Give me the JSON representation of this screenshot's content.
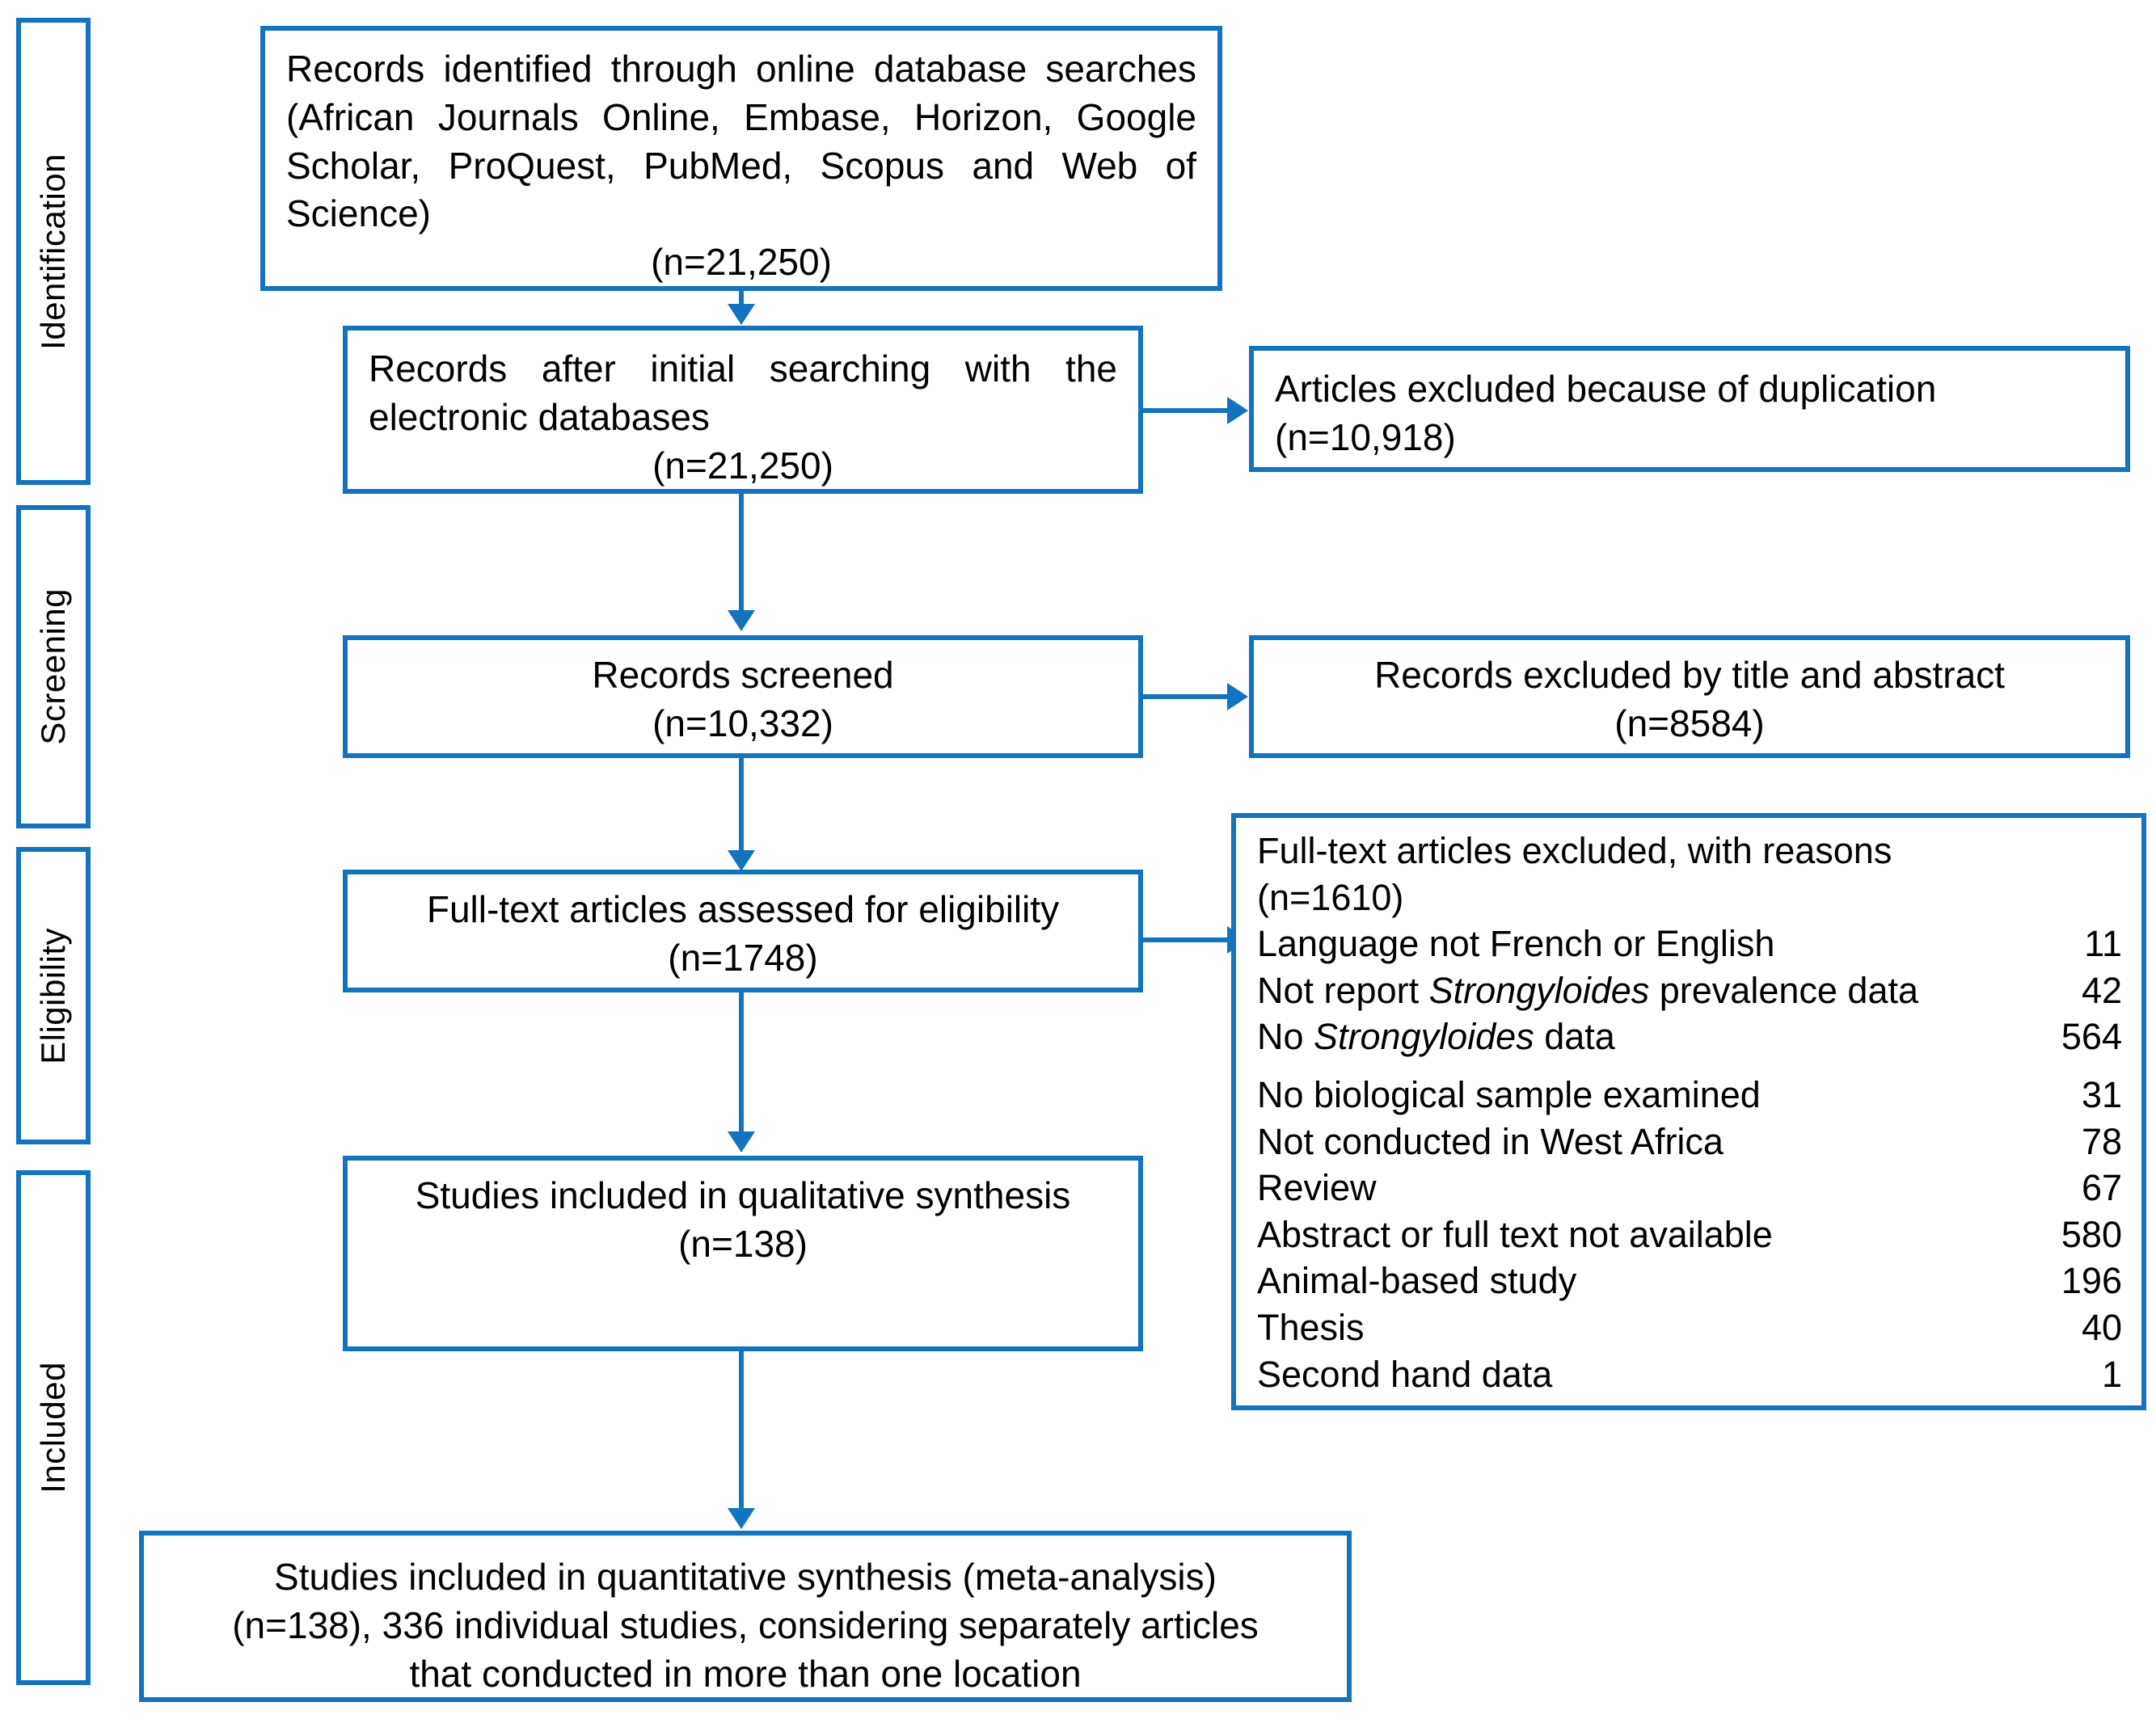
{
  "diagram": {
    "title": "PRISMA study selection flow diagram",
    "accent_color": "#1273BE",
    "text_color": "#000000",
    "background_color": "#FFFFFF"
  },
  "stages": [
    {
      "label": "Identification"
    },
    {
      "label": "Screening"
    },
    {
      "label": "Eligibility"
    },
    {
      "label": "Included"
    }
  ],
  "boxes": {
    "identified": {
      "line1": "Records identified through online database searches (African Journals Online, Embase, Horizon, Google Scholar, ProQuest, PubMed, Scopus and Web of Science)",
      "count": "(n=21,250)"
    },
    "after_initial": {
      "line1": "Records after initial searching with the electronic databases",
      "count": "(n=21,250)"
    },
    "duplicates_excluded": {
      "line1": "Articles excluded because of duplication",
      "count": "(n=10,918)"
    },
    "screened": {
      "line1": "Records screened",
      "count": "(n=10,332)"
    },
    "excluded_title_abstract": {
      "line1": "Records excluded by title and abstract",
      "count": "(n=8584)"
    },
    "full_text_assessed": {
      "line1": "Full-text articles assessed for eligibility",
      "count": "(n=1748)"
    },
    "full_text_excluded": {
      "heading": "Full-text articles excluded, with reasons",
      "count": "(n=1610)",
      "reasons": [
        {
          "label_pre": "Language not French or English",
          "label_italic": "",
          "label_post": "",
          "count": "11"
        },
        {
          "label_pre": "Not report ",
          "label_italic": "Strongyloides",
          "label_post": " prevalence data",
          "count": "42"
        },
        {
          "label_pre": "No ",
          "label_italic": "Strongyloides",
          "label_post": " data",
          "count": "564"
        },
        {
          "label_pre": "No biological sample examined",
          "label_italic": "",
          "label_post": "",
          "count": "31"
        },
        {
          "label_pre": "Not conducted in West Africa",
          "label_italic": "",
          "label_post": "",
          "count": "78"
        },
        {
          "label_pre": "Review",
          "label_italic": "",
          "label_post": "",
          "count": "67"
        },
        {
          "label_pre": "Abstract or full text not available",
          "label_italic": "",
          "label_post": "",
          "count": "580"
        },
        {
          "label_pre": "Animal-based study",
          "label_italic": "",
          "label_post": "",
          "count": "196"
        },
        {
          "label_pre": "Thesis",
          "label_italic": "",
          "label_post": "",
          "count": "40"
        },
        {
          "label_pre": "Second hand data",
          "label_italic": "",
          "label_post": "",
          "count": "1"
        }
      ]
    },
    "qualitative": {
      "line1": "Studies included in qualitative synthesis",
      "count": "(n=138)"
    },
    "quantitative": {
      "line1": "Studies included in quantitative synthesis (meta-analysis)",
      "line2": "(n=138), 336 individual studies, considering separately articles",
      "line3": "that conducted in more than one location"
    }
  }
}
